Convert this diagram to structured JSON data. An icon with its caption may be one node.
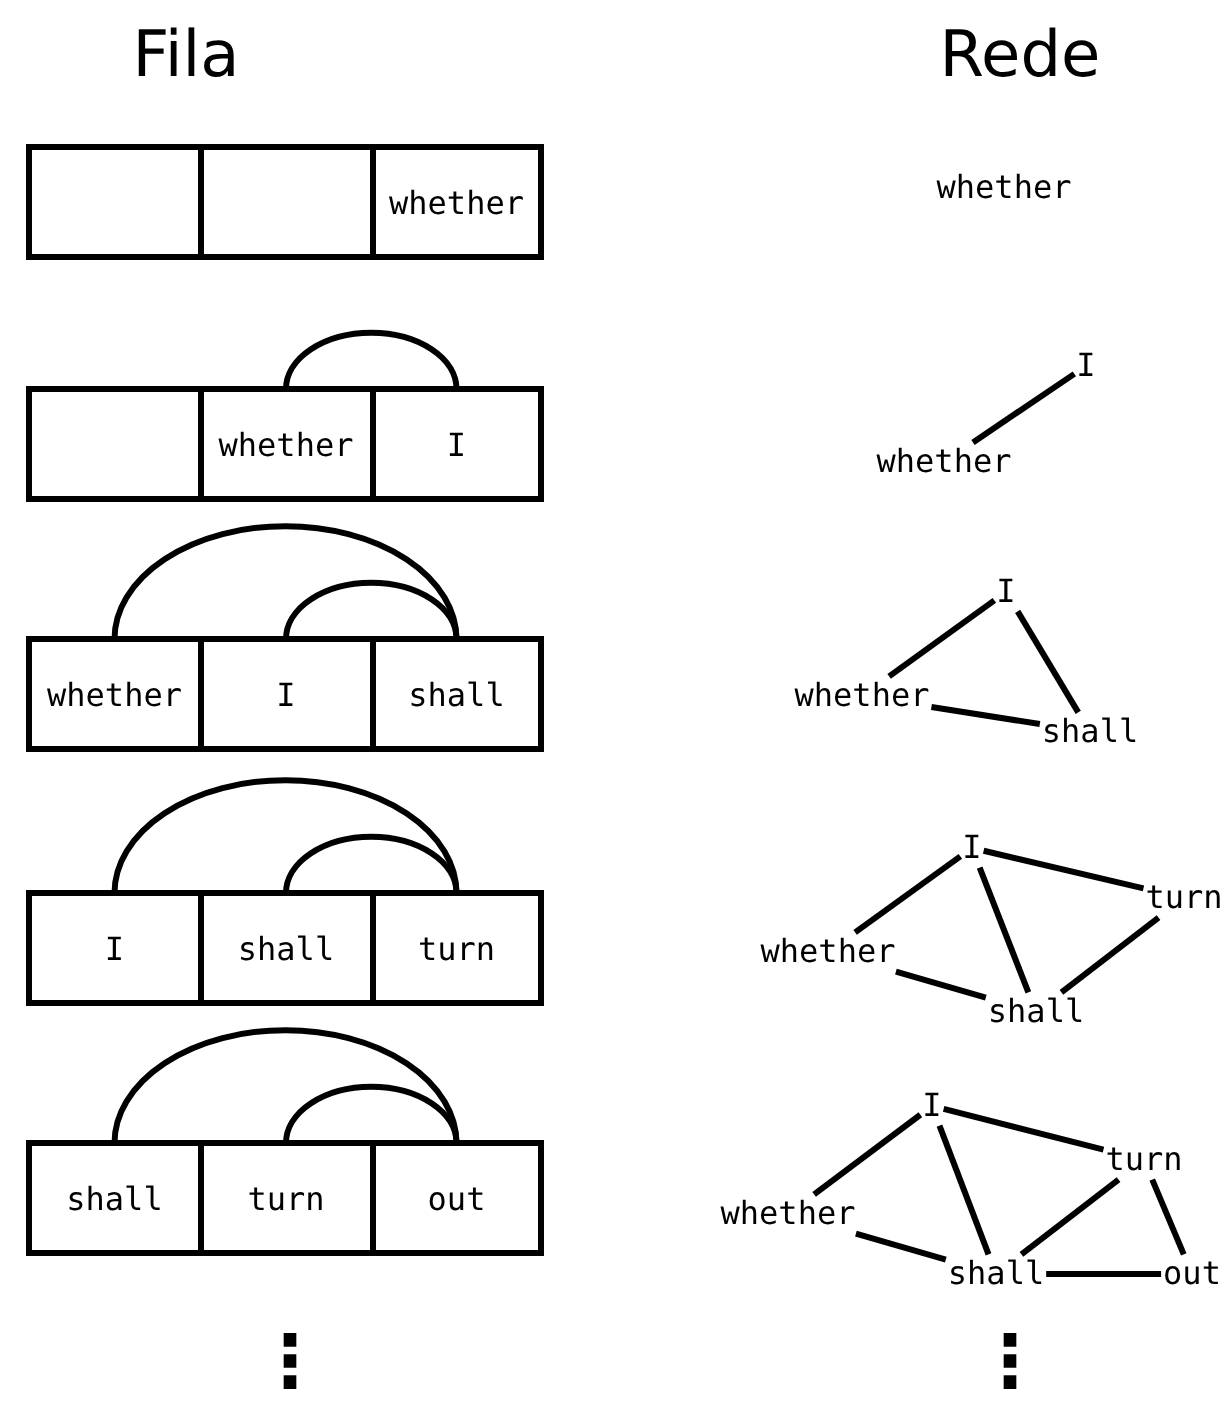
{
  "diagram": {
    "nodes": [
      {
        "text": [],
        "shape": "box"
      },
      {
        "text": [],
        "shape": "box"
      },
      {
        "text": [
          "whether"
        ]
      },
      {
        "text": [
          "whether"
        ]
      },
      {
        "text": [],
        "shape": "box"
      },
      {
        "text": [
          "whether"
        ]
      },
      {
        "text": [
          "I"
        ]
      },
      {
        "text": [
          "I"
        ]
      },
      {
        "text": [
          "whether"
        ]
      },
      {
        "text": [
          "whether"
        ]
      },
      {
        "text": [
          "I"
        ]
      },
      {
        "text": [
          "shall"
        ]
      },
      {
        "text": [
          "I"
        ]
      },
      {
        "text": [
          "whether"
        ]
      },
      {
        "text": [
          "shall"
        ]
      },
      {
        "text": [
          "I"
        ]
      },
      {
        "text": [
          "shall"
        ]
      },
      {
        "text": [
          "turn"
        ]
      },
      {
        "text": [
          "I"
        ]
      },
      {
        "text": [
          "turn"
        ]
      },
      {
        "text": [
          "whether"
        ]
      },
      {
        "text": [
          "shall"
        ]
      },
      {
        "text": [
          "shall"
        ]
      },
      {
        "text": [
          "turn"
        ]
      },
      {
        "text": [
          "out"
        ]
      },
      {
        "text": [
          "I"
        ]
      },
      {
        "text": [
          "turn"
        ]
      },
      {
        "text": [
          "whether"
        ]
      },
      {
        "text": [
          "shall"
        ]
      },
      {
        "text": [
          "out"
        ]
      }
    ],
    "edges": [
      {
        "from": 5,
        "to": 6,
        "arrow": "none"
      },
      {
        "from": 8,
        "to": 7,
        "arrow": "none"
      },
      {
        "from": 9,
        "to": 11,
        "arrow": "none"
      },
      {
        "from": 10,
        "to": 11,
        "arrow": "none"
      },
      {
        "from": 12,
        "to": 13,
        "arrow": "none"
      },
      {
        "from": 12,
        "to": 14,
        "arrow": "none"
      },
      {
        "from": 13,
        "to": 14,
        "arrow": "none"
      },
      {
        "from": 15,
        "to": 17,
        "arrow": "none"
      },
      {
        "from": 16,
        "to": 17,
        "arrow": "none"
      },
      {
        "from": 18,
        "to": 20,
        "arrow": "none"
      },
      {
        "from": 18,
        "to": 21,
        "arrow": "none"
      },
      {
        "from": 18,
        "to": 19,
        "arrow": "none"
      },
      {
        "from": 20,
        "to": 21,
        "arrow": "none"
      },
      {
        "from": 21,
        "to": 19,
        "arrow": "none"
      },
      {
        "from": 22,
        "to": 24,
        "arrow": "none"
      },
      {
        "from": 23,
        "to": 24,
        "arrow": "none"
      },
      {
        "from": 25,
        "to": 27,
        "arrow": "none"
      },
      {
        "from": 25,
        "to": 28,
        "arrow": "none"
      },
      {
        "from": 25,
        "to": 26,
        "arrow": "none"
      },
      {
        "from": 27,
        "to": 28,
        "arrow": "none"
      },
      {
        "from": 28,
        "to": 26,
        "arrow": "none"
      },
      {
        "from": 28,
        "to": 29,
        "arrow": "none"
      },
      {
        "from": 26,
        "to": 29,
        "arrow": "none"
      }
    ],
    "labels": [
      "Fila",
      "Rede",
      "⋮",
      "⋮"
    ]
  }
}
